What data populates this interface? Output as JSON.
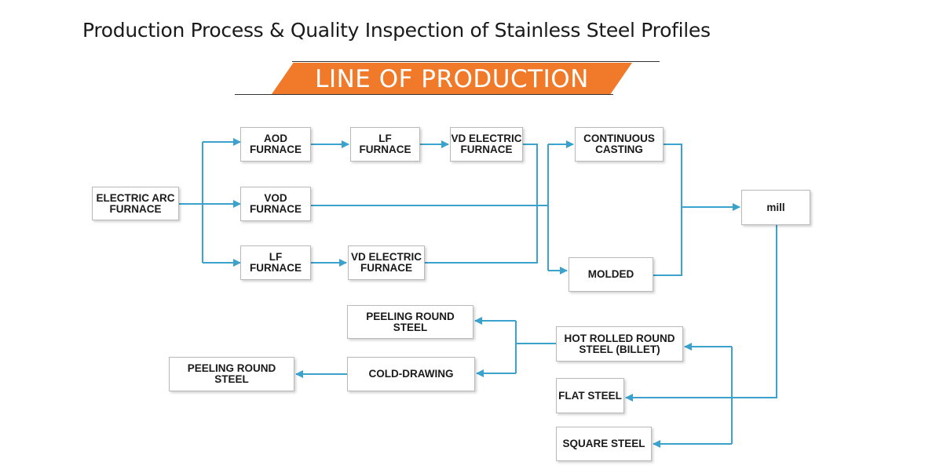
{
  "title": "Production Process & Quality Inspection of Stainless Steel Profiles",
  "banner": "LINE OF PRODUCTION",
  "colors": {
    "accent": "#f07a2a",
    "connector": "#3aa2cc",
    "box_border": "#b9b9b9"
  },
  "nodes": {
    "electric_arc_furnace": "ELECTRIC ARC\nFURNACE",
    "aod_furnace": "AOD\nFURNACE",
    "lf_furnace_top": "LF\nFURNACE",
    "vd_electric_furnace_top": "VD ELECTRIC\nFURNACE",
    "vod_furnace": "VOD\nFURNACE",
    "lf_furnace_bottom": "LF\nFURNACE",
    "vd_electric_furnace_bottom": "VD ELECTRIC\nFURNACE",
    "continuous_casting": "CONTINUOUS\nCASTING",
    "molded": "MOLDED",
    "mill": "mill",
    "peeling_round_steel_top": "PEELING ROUND STEEL",
    "hot_rolled_round_steel": "HOT ROLLED ROUND\nSTEEL (BILLET)",
    "peeling_round_steel_left": "PEELING ROUND STEEL",
    "cold_drawing": "COLD-DRAWING",
    "flat_steel": "FLAT STEEL",
    "square_steel": "SQUARE STEEL"
  }
}
